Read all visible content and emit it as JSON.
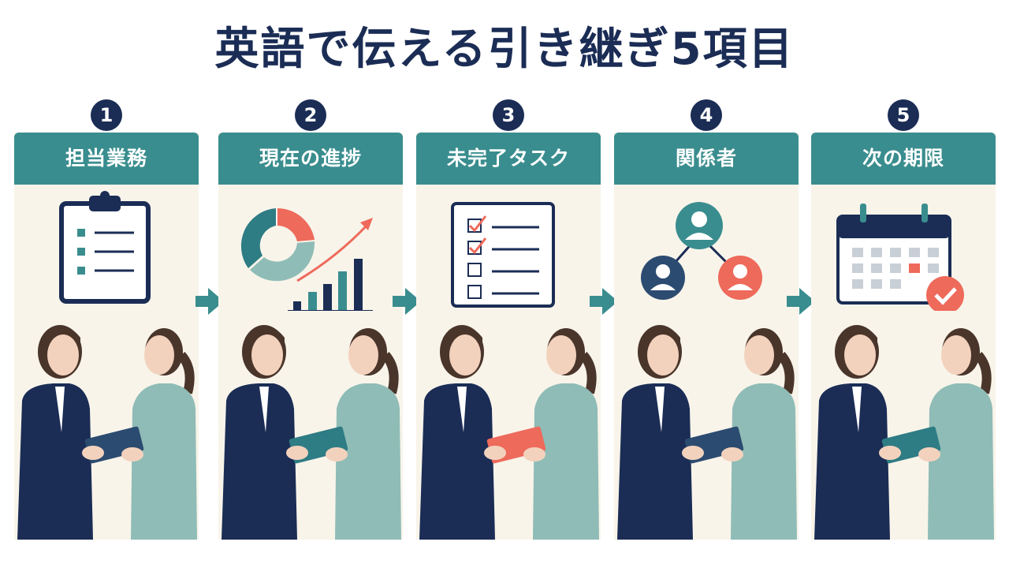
{
  "title": "英語で伝える引き継ぎ5項目",
  "steps": [
    {
      "number": "1",
      "label": "担当業務",
      "icon": "clipboard-icon"
    },
    {
      "number": "2",
      "label": "現在の進捗",
      "icon": "progress-chart-icon"
    },
    {
      "number": "3",
      "label": "未完了タスク",
      "icon": "checklist-icon"
    },
    {
      "number": "4",
      "label": "関係者",
      "icon": "people-network-icon"
    },
    {
      "number": "5",
      "label": "次の期限",
      "icon": "calendar-icon"
    }
  ],
  "colors": {
    "navy": "#1b2d55",
    "teal": "#3a8d8e",
    "coral": "#ee6a5b",
    "sage": "#8fbcb6",
    "cream": "#f8f4ea"
  }
}
